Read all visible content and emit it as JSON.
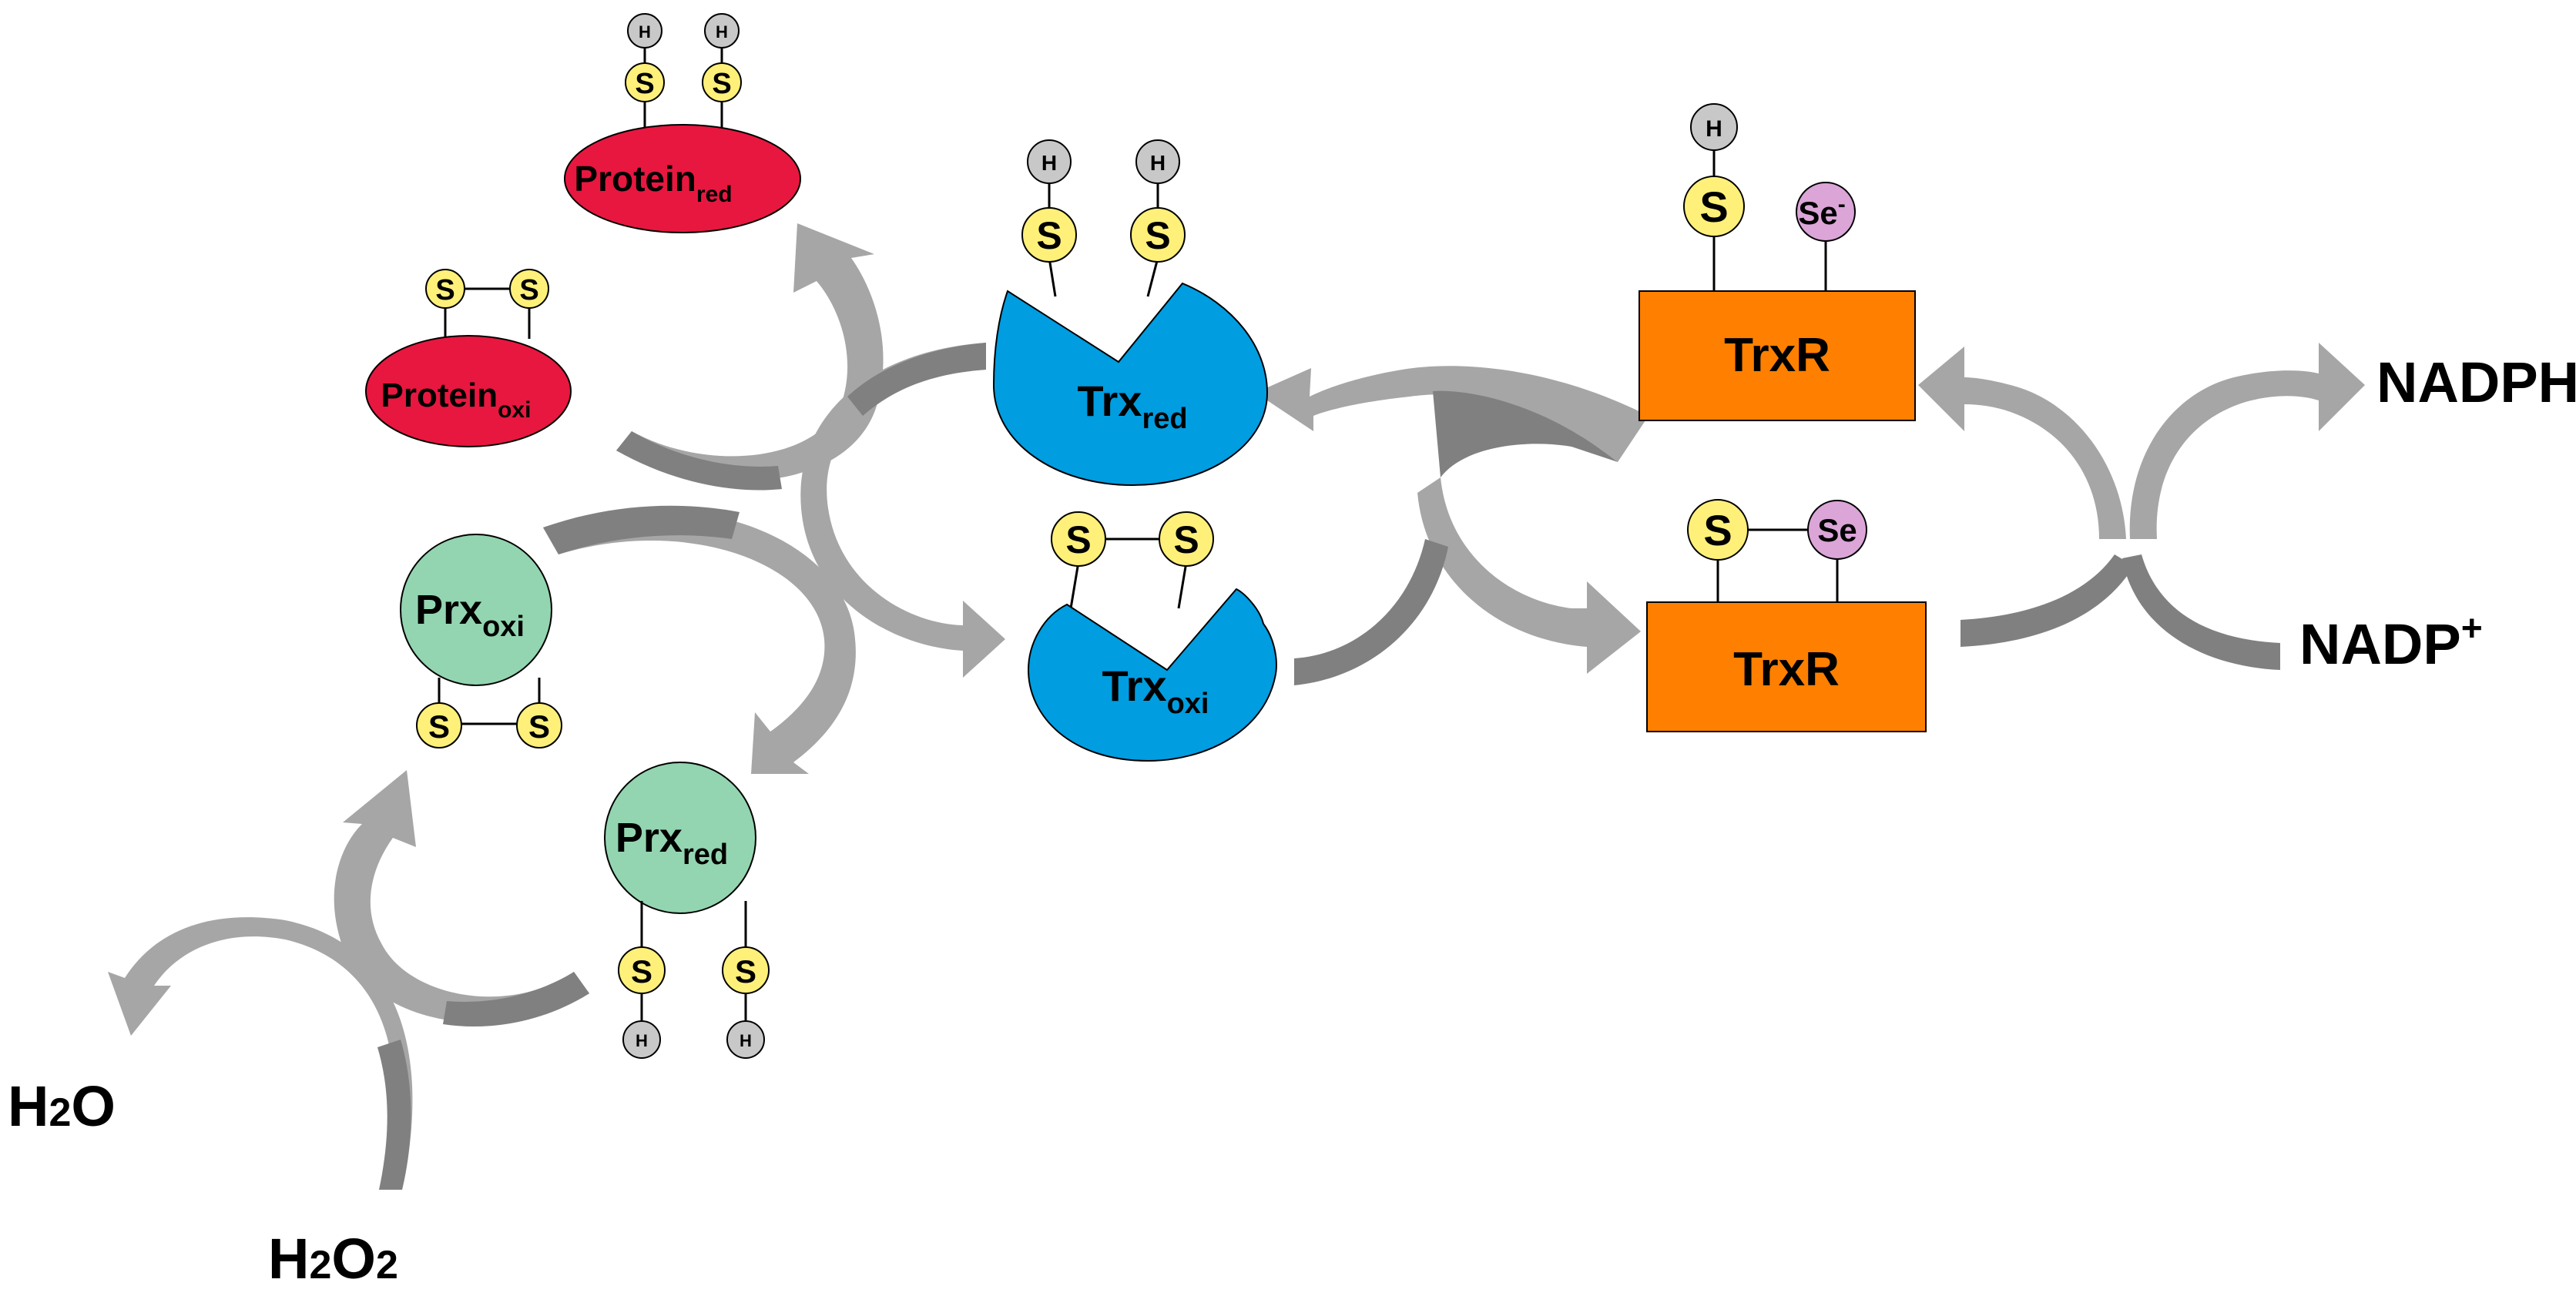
{
  "colors": {
    "protein": "#e8173f",
    "prx": "#93d5b0",
    "trx": "#009de0",
    "trxr": "#ff7f00",
    "sulfur": "#fff07a",
    "hydrogen": "#c8c8c8",
    "selenium": "#dba5d8",
    "arrow_light": "#a6a6a6",
    "arrow_dark": "#808080"
  },
  "atoms": {
    "s": "S",
    "h": "H",
    "se": "Se",
    "se_minus": "Se",
    "minus": "-"
  },
  "protein_red": {
    "base": "Protein",
    "sub": "red"
  },
  "protein_oxi": {
    "base": "Protein",
    "sub": "oxi"
  },
  "prx_oxi": {
    "base": "Prx",
    "sub": "oxi"
  },
  "prx_red": {
    "base": "Prx",
    "sub": "red"
  },
  "trx_red": {
    "base": "Trx",
    "sub": "red"
  },
  "trx_oxi": {
    "base": "Trx",
    "sub": "oxi"
  },
  "trxr_reduced": {
    "label": "TrxR"
  },
  "trxr_oxidized": {
    "label": "TrxR"
  },
  "molecules": {
    "nadph": "NADPH",
    "nadp_base": "NADP",
    "nadp_sup": "+",
    "h2o_h": "H",
    "h2o_2": "2",
    "h2o_o": "O",
    "h2o2_h": "H",
    "h2o2_2a": "2",
    "h2o2_o": "O",
    "h2o2_2b": "2"
  }
}
